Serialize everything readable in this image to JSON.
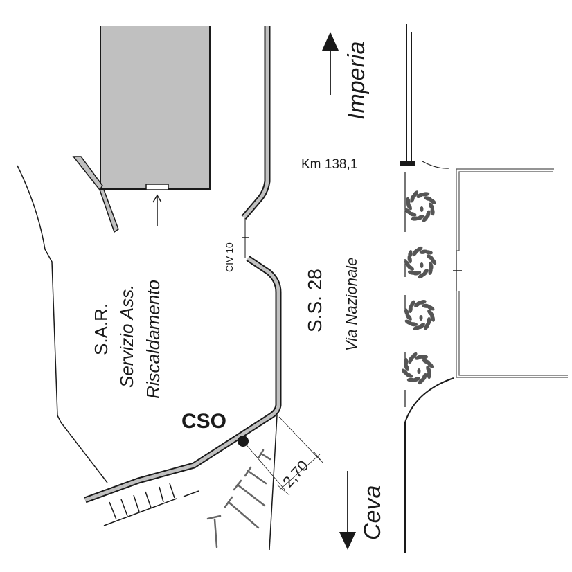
{
  "diagram": {
    "title": "Site plan CSO - S.S. 28 Via Nazionale",
    "colors": {
      "ink": "#1a1a1a",
      "fill_gray": "#c0c0c0",
      "tree_gray": "#555555",
      "hatch_gray": "#666666",
      "background": "#ffffff"
    },
    "labels": {
      "direction_north": "Imperia",
      "direction_south": "Ceva",
      "km_marker": "Km 138,1",
      "civic_number": "CIV 10",
      "road_code": "S.S. 28",
      "road_name": "Via Nazionale",
      "building_line1": "S.A.R.",
      "building_line2": "Servizio Ass.",
      "building_line3": "Riscaldamento",
      "outfall": "CSO",
      "dimension": "2,70"
    },
    "icons": {
      "north_arrow": "arrow-up-icon",
      "south_arrow": "arrow-down-icon",
      "tree": "tree-icon",
      "outfall_point": "filled-circle-icon",
      "km_post": "km-post-icon"
    },
    "trees_count": 4
  }
}
